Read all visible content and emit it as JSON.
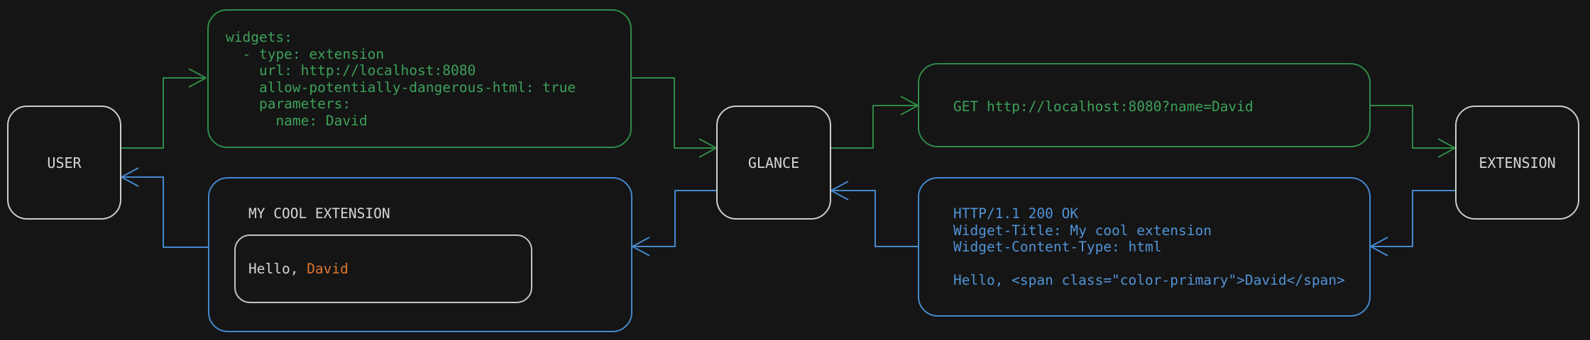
{
  "colors": {
    "background": "#151515",
    "green": "#3da15a",
    "green_border": "#2f8b48",
    "blue": "#5193d6",
    "blue_border": "#4489cd",
    "white": "#d6d6d6",
    "node_border": "#cdcdcd",
    "orange": "#e0762f"
  },
  "nodes": {
    "user": {
      "label": "USER"
    },
    "glance": {
      "label": "GLANCE"
    },
    "extension": {
      "label": "EXTENSION"
    }
  },
  "messages": {
    "config_yaml": "widgets:\n  - type: extension\n    url: http://localhost:8080\n    allow-potentially-dangerous-html: true\n    parameters:\n      name: David",
    "request": "GET http://localhost:8080?name=David",
    "response": "HTTP/1.1 200 OK\nWidget-Title: My cool extension\nWidget-Content-Type: html\n\nHello, <span class=\"color-primary\">David</span>",
    "widget_title": "MY COOL EXTENSION",
    "widget_greeting_prefix": "Hello, ",
    "widget_greeting_name": "David"
  }
}
